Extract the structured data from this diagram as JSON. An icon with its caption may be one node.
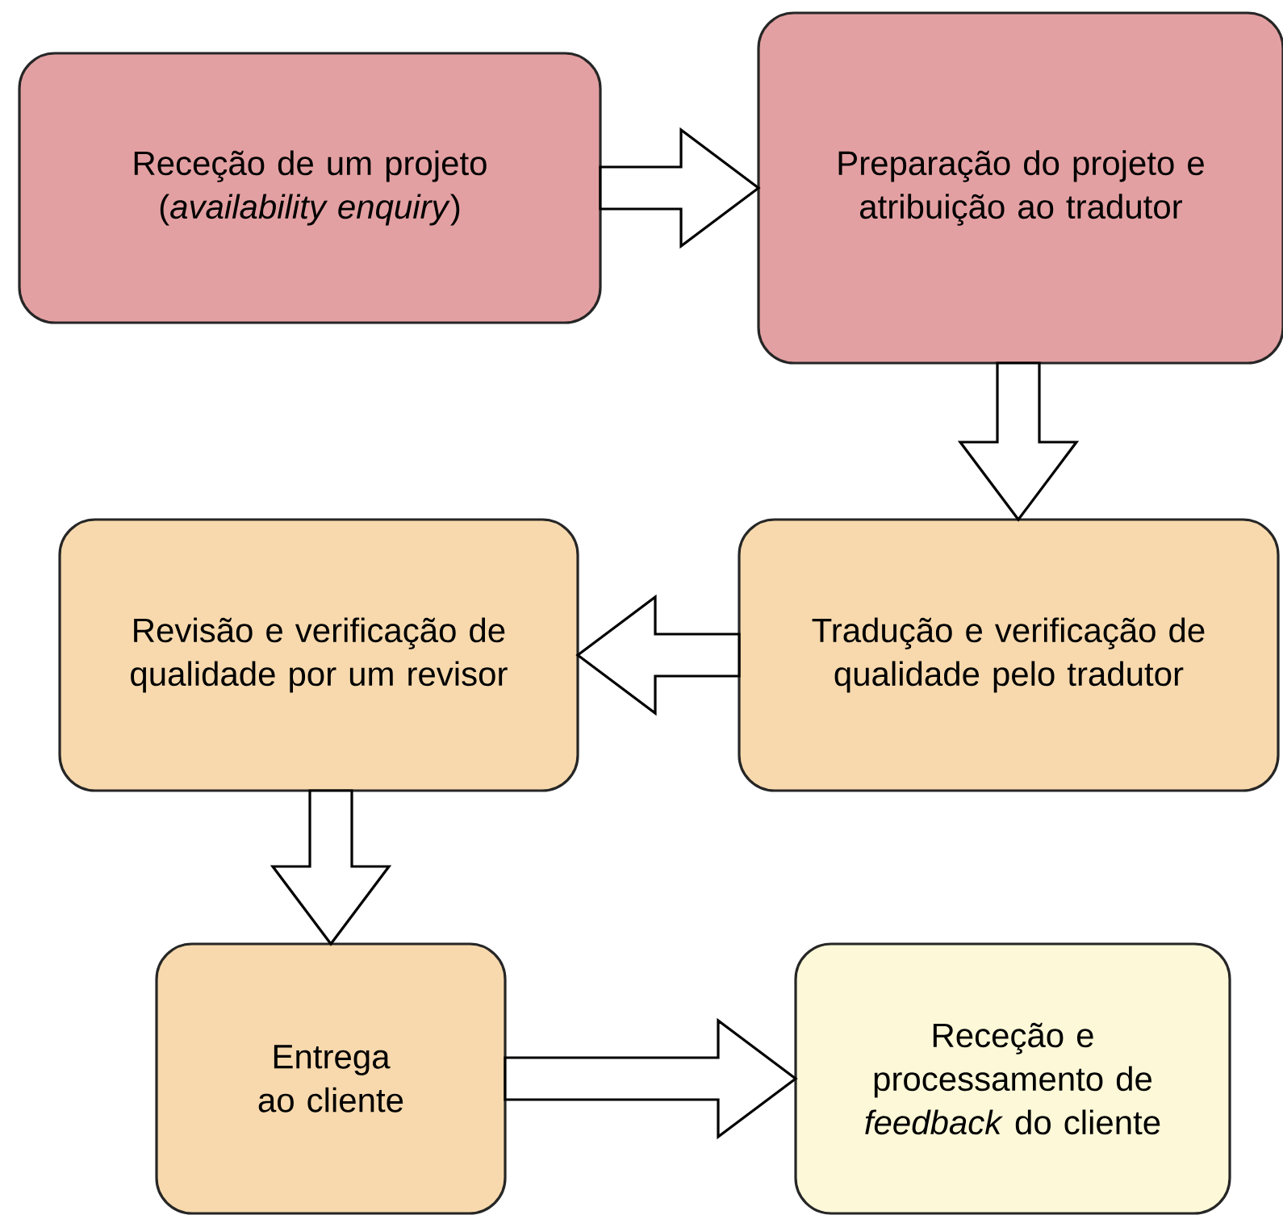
{
  "diagram": {
    "nodes": [
      {
        "text": [
          "Receção de um projeto (*availability enquiry*)"
        ]
      },
      {
        "text": [
          "Preparação do projeto e atribuição ao tradutor"
        ]
      },
      {
        "text": [
          "Tradução e verificação de qualidade pelo tradutor"
        ]
      },
      {
        "text": [
          "Revisão e verificação de qualidade por um revisor"
        ]
      },
      {
        "text": [
          "Entrega ao cliente"
        ]
      },
      {
        "text": [
          "Receção e processamento de *feedback* do cliente"
        ]
      }
    ],
    "edges": [
      {
        "from": 0,
        "to": 1,
        "arrow": "to"
      },
      {
        "from": 1,
        "to": 2,
        "arrow": "to"
      },
      {
        "from": 2,
        "to": 3,
        "arrow": "to"
      },
      {
        "from": 3,
        "to": 4,
        "arrow": "to"
      },
      {
        "from": 4,
        "to": 5,
        "arrow": "to"
      }
    ]
  }
}
